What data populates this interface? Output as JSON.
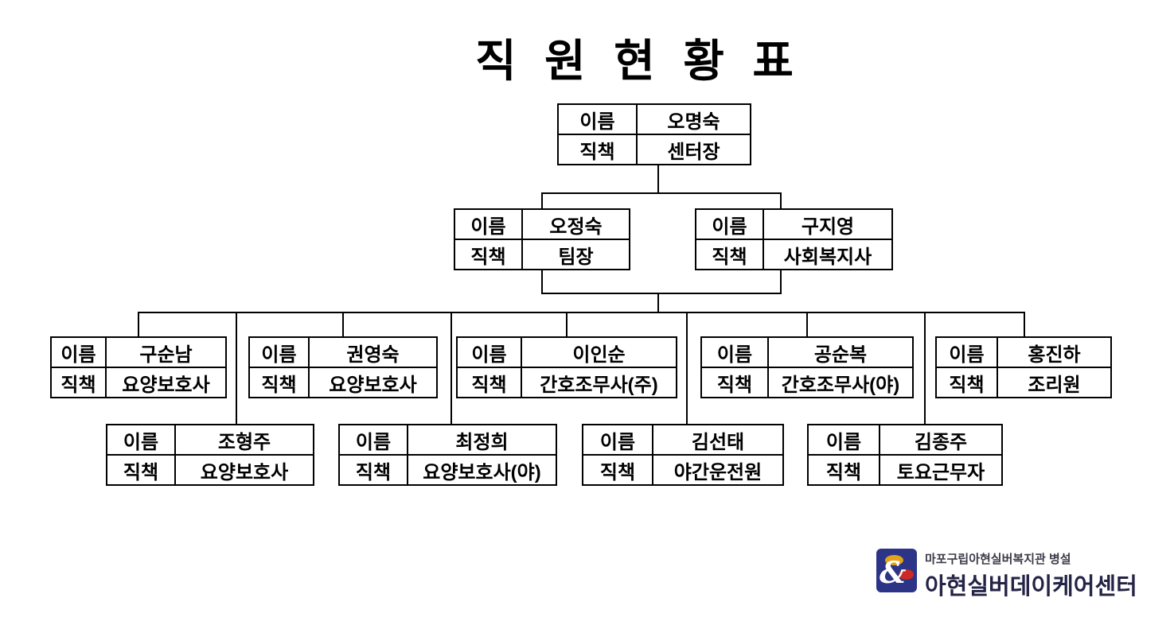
{
  "title": "직 원 현 황 표",
  "labels": {
    "name": "이름",
    "role": "직책"
  },
  "staff": [
    {
      "level": 1,
      "name": "오명숙",
      "role": "센터장"
    },
    {
      "level": 2,
      "name": "오정숙",
      "role": "팀장"
    },
    {
      "level": 2,
      "name": "구지영",
      "role": "사회복지사"
    },
    {
      "level": 3,
      "name": "구순남",
      "role": "요양보호사"
    },
    {
      "level": 3,
      "name": "권영숙",
      "role": "요양보호사"
    },
    {
      "level": 3,
      "name": "이인순",
      "role": "간호조무사(주)"
    },
    {
      "level": 3,
      "name": "공순복",
      "role": "간호조무사(야)"
    },
    {
      "level": 3,
      "name": "홍진하",
      "role": "조리원"
    },
    {
      "level": 4,
      "name": "조형주",
      "role": "요양보호사"
    },
    {
      "level": 4,
      "name": "최정희",
      "role": "요양보호사(야)"
    },
    {
      "level": 4,
      "name": "김선태",
      "role": "야간운전원"
    },
    {
      "level": 4,
      "name": "김종주",
      "role": "토요근무자"
    }
  ],
  "footer_logo": {
    "org_line1": "마포구립아현실버복지관 병설",
    "org_line2": "아현실버데이케어센터",
    "mark_symbol": "&",
    "colors": {
      "square": "#2c3487",
      "ellipse_top": "#e2a21a",
      "ellipse_right": "#cd2a24",
      "symbol": "#ffffff",
      "text_dark": "#232345"
    }
  }
}
